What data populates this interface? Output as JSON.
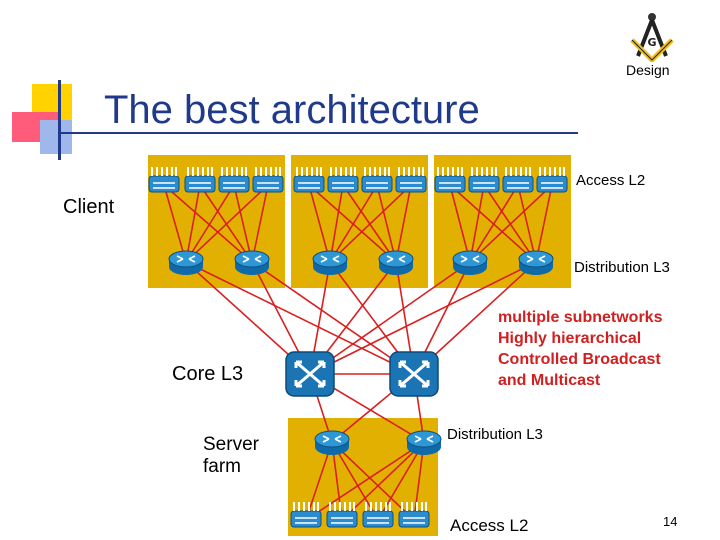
{
  "slide": {
    "title": "The best architecture",
    "design_label": "Design",
    "page_number": "14"
  },
  "labels": {
    "client": "Client",
    "access_top": "Access L2",
    "distribution_top": "Distribution L3",
    "core": "Core L3",
    "server_farm": [
      "Server",
      "farm"
    ],
    "distribution_bottom": "Distribution L3",
    "access_bottom": "Access L2"
  },
  "features": [
    "multiple subnetworks",
    "Highly hierarchical",
    "Controlled Broadcast",
    "and Multicast"
  ],
  "icons": {
    "logo": "compass-square-icon",
    "access_switch": "workgroup-switch-icon",
    "distribution_router": "router-icon",
    "core_switch": "layer3-switch-icon"
  },
  "colors": {
    "title": "#1f3a8a",
    "block": "#e2b000",
    "link": "#d92020",
    "device": "#1e7fbf",
    "feature_text": "#d02020"
  }
}
